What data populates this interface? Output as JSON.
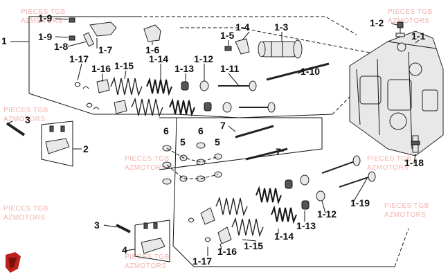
{
  "watermarks": [
    {
      "t1": "PIECES TGB",
      "t2": "AZMOTORS"
    },
    {
      "t1": "PIECES TGB",
      "t2": "AZMOTORS"
    },
    {
      "t1": "PIECES TGB",
      "t2": "AZMOTORS"
    },
    {
      "t1": "PIECES TGB",
      "t2": "AZMOTORS"
    },
    {
      "t1": "PIECES TGB",
      "t2": "AZMOTORS"
    },
    {
      "t1": "PIECES TGB",
      "t2": "AZMOTORS"
    },
    {
      "t1": "PIECES TGB",
      "t2": "AZMOTORS"
    },
    {
      "t1": "PIECES TGB",
      "t2": "AZMOTORS"
    }
  ],
  "labels": {
    "p1": "1",
    "p1_1": "1-1",
    "p1_2": "1-2",
    "p1_3": "1-3",
    "p1_4": "1-4",
    "p1_5": "1-5",
    "p1_6": "1-6",
    "p1_7": "1-7",
    "p1_8": "1-8",
    "p1_9a": "1-9",
    "p1_9b": "1-9",
    "p1_10": "1-10",
    "p1_11": "1-11",
    "p1_12": "1-12",
    "p1_13": "1-13",
    "p1_14": "1-14",
    "p1_15": "1-15",
    "p1_16": "1-16",
    "p1_17": "1-17",
    "p1_18": "1-18",
    "p1_19": "1-19",
    "p1_12b": "1-12",
    "p1_13b": "1-13",
    "p1_14b": "1-14",
    "p1_15b": "1-15",
    "p1_16b": "1-16",
    "p1_17b": "1-17",
    "p2": "2",
    "p3a": "3",
    "p3b": "3",
    "p4": "4",
    "p5a": "5",
    "p5b": "5",
    "p6a": "6",
    "p6b": "6",
    "p7a": "7",
    "p7b": "7"
  },
  "colors": {
    "watermark": "#f2b3ae",
    "logo": "#c0201a"
  },
  "icons": {
    "logo": "tgb-shield-logo-icon"
  }
}
